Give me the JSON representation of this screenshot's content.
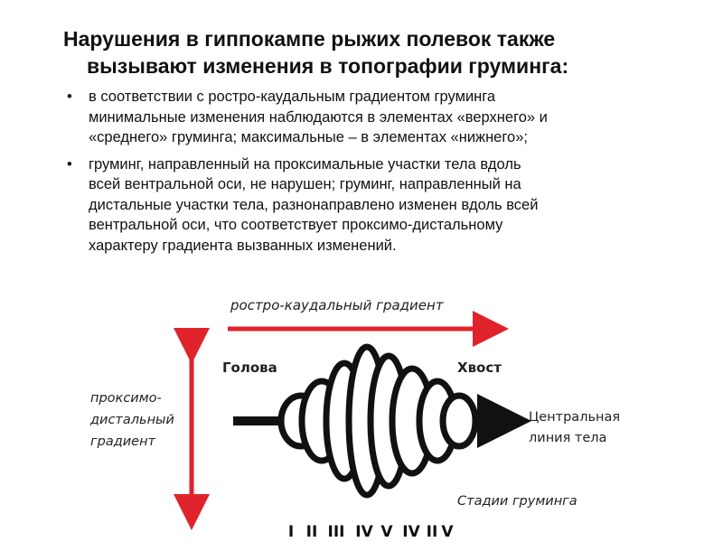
{
  "title": {
    "line1": "Нарушения в гиппокампе рыжих полевок также",
    "line2": "вызывают изменения в топографии груминга:"
  },
  "bullets": [
    {
      "marker": "•",
      "lines": [
        "в соответствии с ростро-каудальным градиентом груминга",
        "минимальные изменения наблюдаются в элементах «верхнего» и",
        "«среднего» груминга;  максимальные – в элементах «нижнего»;"
      ]
    },
    {
      "marker": "•",
      "lines": [
        "груминг, направленный на проксимальные участки тела вдоль",
        "всей вентральной оси, не нарушен; груминг,  направленный на",
        "дистальные участки тела,  разнонаправлено изменен  вдоль всей",
        "вентральной оси, что соответствует проксимо-дистальному",
        "характеру градиента вызванных изменений."
      ]
    }
  ],
  "diagram": {
    "rostro_caudal_label": "ростро-каудальный градиент",
    "head_label": "Голова",
    "tail_label": "Хвост",
    "proximo_distal_label": [
      "проксимо-",
      "дистальный",
      "градиент"
    ],
    "central_line_label": [
      "Центральная",
      "линия тела"
    ],
    "stages_label": "Стадии груминга",
    "stage_numerals": [
      "I",
      "II",
      "III",
      "IV",
      "V",
      "IV",
      "II",
      "V"
    ],
    "arrow_color": "#e0232b"
  }
}
